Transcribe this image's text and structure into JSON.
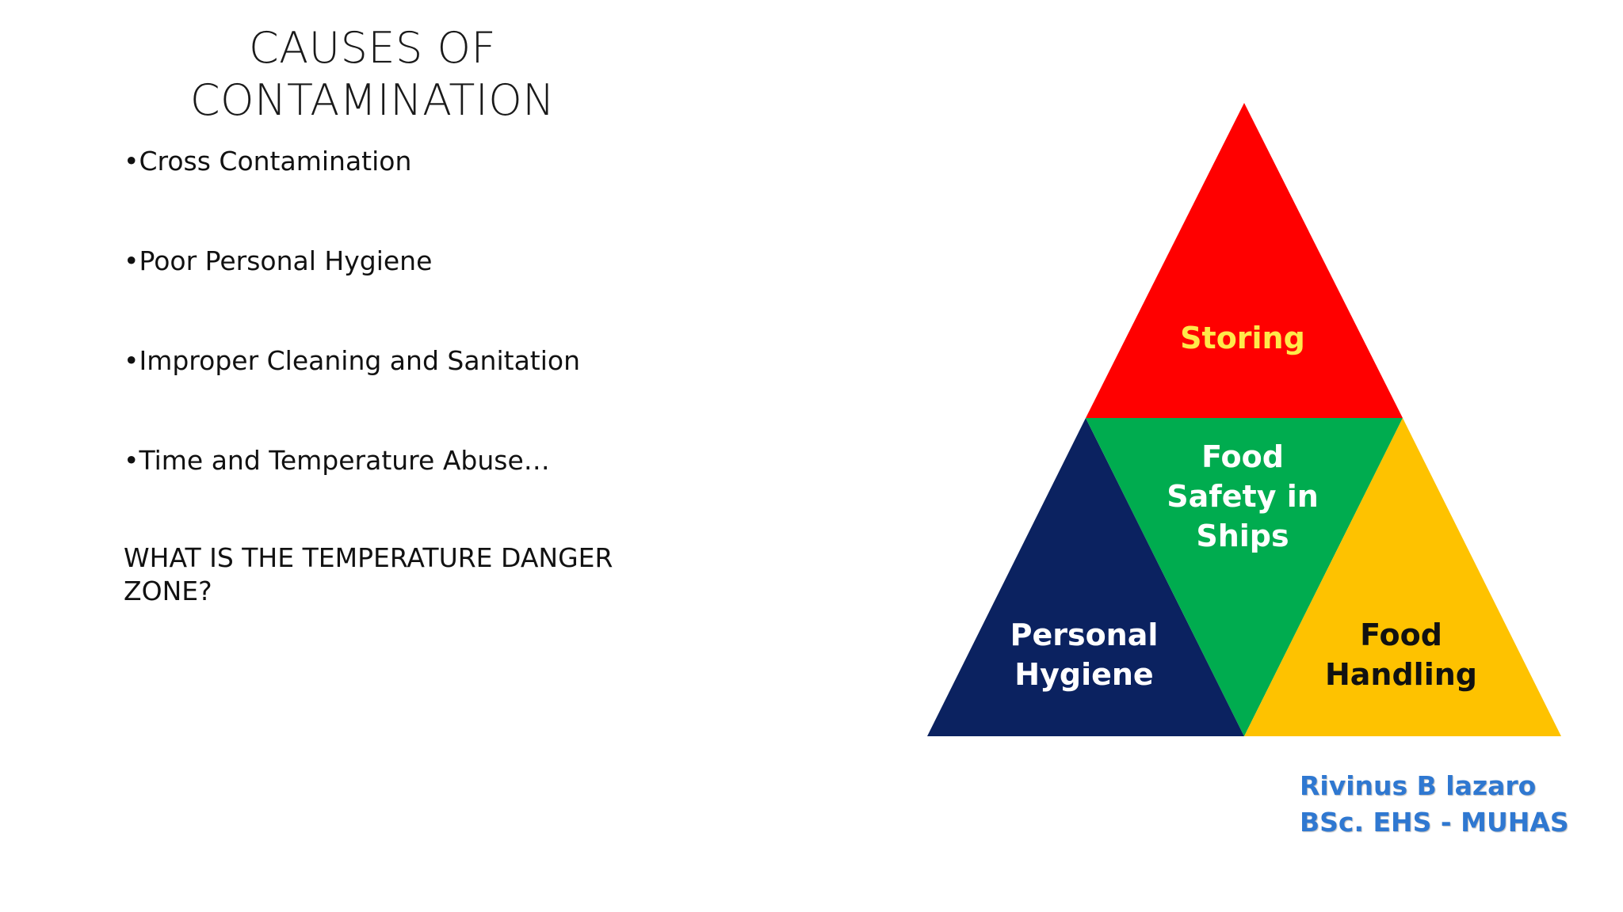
{
  "title": {
    "line1": "CAUSES OF",
    "line2": "CONTAMINATION"
  },
  "bullets": [
    "•Cross Contamination",
    "•Poor Personal Hygiene",
    "•Improper Cleaning and Sanitation",
    "•Time and Temperature Abuse…"
  ],
  "question": "WHAT IS THE TEMPERATURE DANGER ZONE?",
  "pyramid": {
    "top": {
      "label": "Storing",
      "color": "#ff0000",
      "text_color": "#ffe94a"
    },
    "center": {
      "lines": [
        "Food",
        "Safety in",
        "Ships"
      ],
      "color": "#00ac4f",
      "text_color": "#ffffff"
    },
    "left": {
      "lines": [
        "Personal",
        "Hygiene"
      ],
      "color": "#0b2260",
      "text_color": "#ffffff"
    },
    "right": {
      "lines": [
        "Food",
        "Handling"
      ],
      "color": "#fec200",
      "text_color": "#111111"
    }
  },
  "author": {
    "name": "Rivinus B lazaro",
    "credential": "BSc. EHS - MUHAS"
  }
}
